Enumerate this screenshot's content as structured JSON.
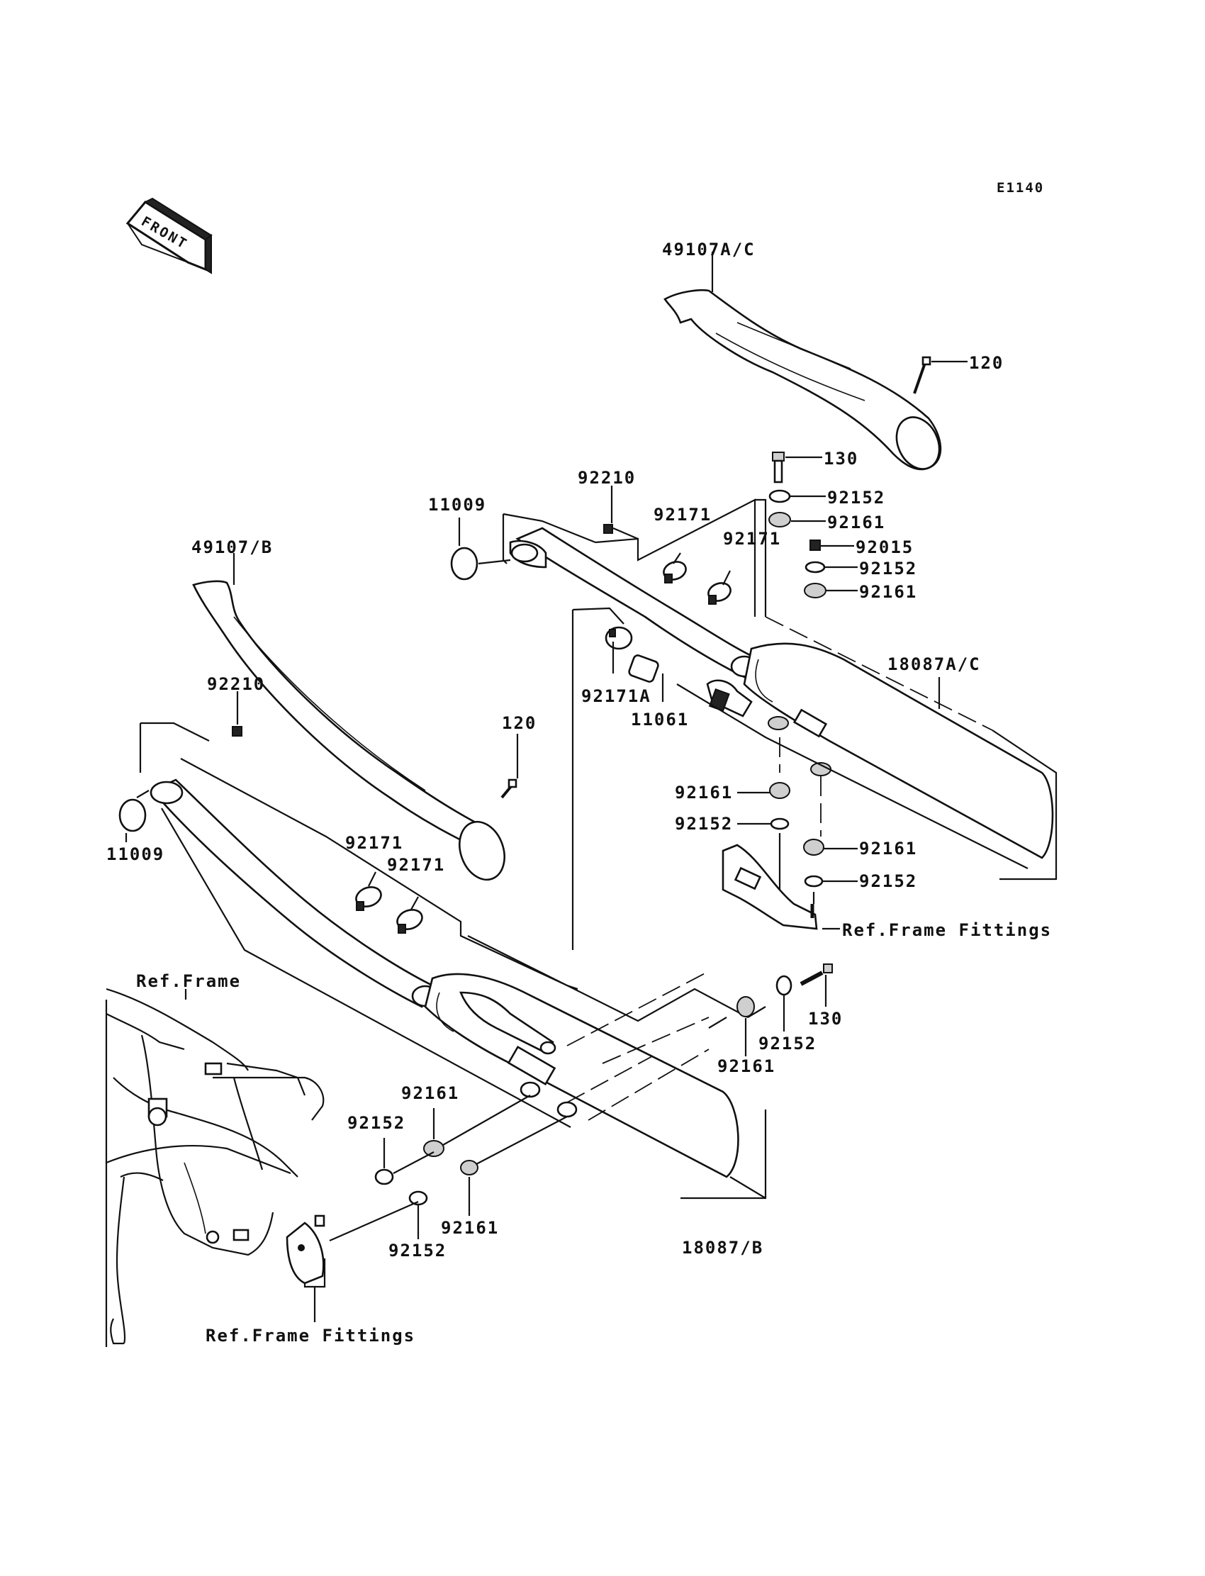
{
  "diagram_code": "E1140",
  "front_arrow_text": "FRONT",
  "labels": {
    "cover_upper": "49107A/C",
    "screw_upper": "120",
    "bolt_upper": "130",
    "washer_upper_1": "92152",
    "damper_upper_1": "92161",
    "nut_upper": "92015",
    "washer_upper_2": "92152",
    "damper_upper_2": "92161",
    "nut_pipe_upper": "92210",
    "gasket_upper": "11009",
    "clamp_upper_1": "92171",
    "clamp_upper_2": "92171",
    "clamp_joint": "92171A",
    "collar_joint": "11061",
    "muffler_upper": "18087A/C",
    "damper_upper_3": "92161",
    "washer_upper_3": "92152",
    "damper_upper_4": "92161",
    "washer_upper_4": "92152",
    "ref_frame_fittings_upper": "Ref.Frame Fittings",
    "cover_lower": "49107/B",
    "nut_pipe_lower": "92210",
    "screw_lower": "120",
    "gasket_lower": "11009",
    "clamp_lower_1": "92171",
    "clamp_lower_2": "92171",
    "ref_frame": "Ref.Frame",
    "bolt_lower": "130",
    "washer_lower_1": "92152",
    "damper_lower_1": "92161",
    "damper_lower_2": "92161",
    "washer_lower_2": "92152",
    "damper_lower_3": "92161",
    "washer_lower_3": "92152",
    "muffler_lower": "18087/B",
    "ref_frame_fittings_lower": "Ref.Frame Fittings"
  }
}
